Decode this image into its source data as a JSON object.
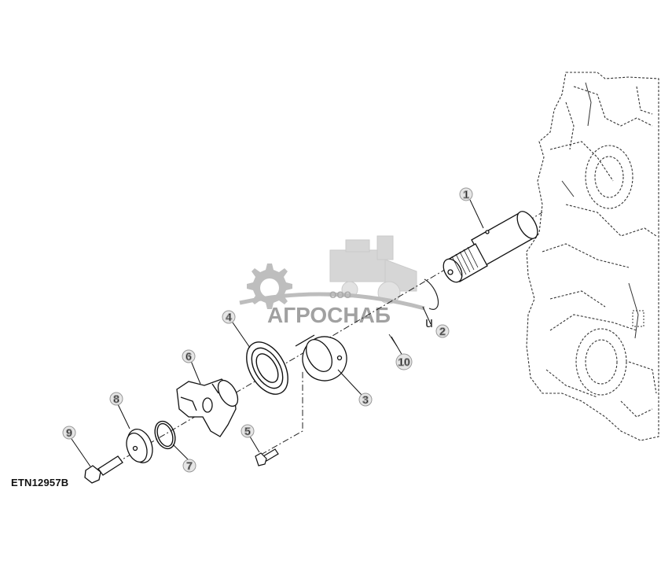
{
  "drawing_id": "ETN12957B",
  "callouts": [
    {
      "num": "1"
    },
    {
      "num": "2"
    },
    {
      "num": "3"
    },
    {
      "num": "4"
    },
    {
      "num": "5"
    },
    {
      "num": "6"
    },
    {
      "num": "7"
    },
    {
      "num": "8"
    },
    {
      "num": "9"
    },
    {
      "num": "10"
    }
  ],
  "watermark": {
    "company_prefix": "ООО",
    "company_name": "АГРОСНАБ",
    "suffix": "u"
  }
}
